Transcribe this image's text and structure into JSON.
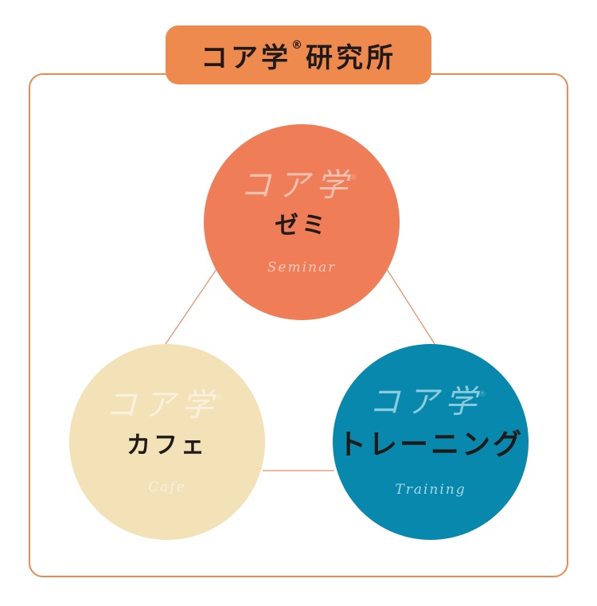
{
  "header": {
    "title": "コア学",
    "title_mark": "®",
    "title_suffix": "研究所"
  },
  "colors": {
    "accent": "#ee8a4e",
    "seminar": "#ef7d58",
    "cafe": "#f3e1b7",
    "training": "#0888ac",
    "connector": "#ef8a63"
  },
  "nodes": {
    "seminar": {
      "core": "コア学",
      "mark": "®",
      "name": "ゼミ",
      "script": "Seminar"
    },
    "cafe": {
      "core": "コア学",
      "mark": "®",
      "name": "カフェ",
      "script": "Cafe"
    },
    "training": {
      "core": "コア学",
      "mark": "®",
      "name": "トレーニング",
      "script": "Training"
    }
  }
}
